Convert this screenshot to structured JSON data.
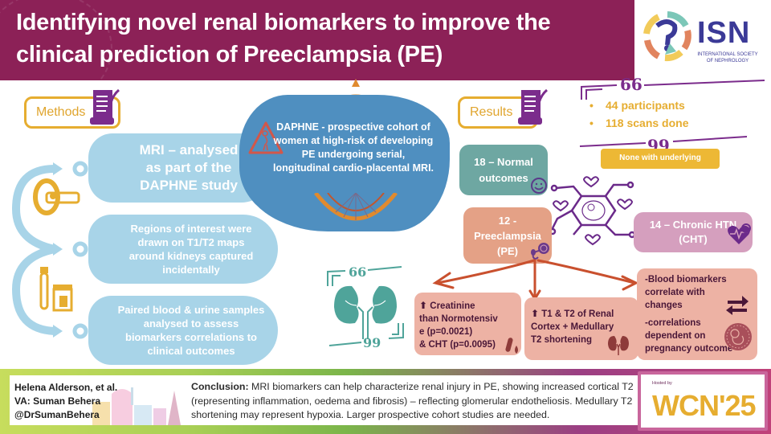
{
  "header": {
    "title_line1": "Identifying novel renal biomarkers to improve the",
    "title_line2": "clinical prediction of Preeclampsia (PE)",
    "logo": {
      "name": "ISN",
      "subtitle_line1": "INTERNATIONAL SOCIETY",
      "subtitle_line2": "OF NEPHROLOGY"
    }
  },
  "methods": {
    "label": "Methods",
    "steps": [
      {
        "text": "MRI – analysed as part of the DAPHNE study",
        "icon": "mri-scanner-icon"
      },
      {
        "text": "Regions of interest were drawn on T1/T2 maps around kidneys captured incidentally",
        "icon": "none"
      },
      {
        "text": "Paired blood & urine samples analysed to assess biomarkers correlations to clinical outcomes",
        "icon": "blood-urine-sample-icon"
      }
    ],
    "daphne": "DAPHNE - prospective cohort of women at high-risk of developing PE undergoing serial, longitudinal cardio-placental MRI."
  },
  "results": {
    "label": "Results",
    "stats": [
      "44 participants",
      "118 scans done"
    ],
    "note": "None with underlying",
    "outcomes": {
      "normal": "18 – Normal outcomes",
      "pe_line1": "12 -",
      "pe_line2": "Preeclampsia",
      "pe_line3": "(PE)",
      "cht_line1": "14 – Chronic HTN",
      "cht_line2": "(CHT)"
    },
    "findings": {
      "creatinine_head": "Creatinine",
      "creatinine_l2": "than  Normotensiv",
      "creatinine_l3": "e (p=0.0021)",
      "creatinine_l4": "& CHT (p=0.0095)",
      "t1t2_head": "T1 & T2 of Renal",
      "t1t2_l2": "Cortex + Medullary",
      "t1t2_l3": "T2 shortening",
      "blood_l1": "-Blood biomarkers",
      "blood_l2": "correlate with",
      "blood_l3": "changes",
      "corr_l1": "-correlations",
      "corr_l2": "dependent on",
      "corr_l3": "pregnancy outcome"
    }
  },
  "footer": {
    "author": "Helena Alderson, et al.",
    "va": "VA: Suman Behera",
    "handle": "@DrSumanBehera",
    "conclusion_label": "Conclusion:",
    "conclusion_text": " MRI biomarkers can help characterize renal injury in PE, showing increased cortical T2 (representing inflammation, oedema and fibrosis) – reflecting glomerular endotheliosis. Medullary T2 shortening may represent hypoxia. Larger prospective cohort studies are needed.",
    "event_hosted": "Hosted by",
    "event": "WCN'25"
  },
  "colors": {
    "header": "#8c2157",
    "gold": "#e6ad30",
    "methods_blue": "#a8d4e8",
    "daphne_blue": "#4f8fc0",
    "normal": "#6ea7a2",
    "pe": "#e4a186",
    "cht": "#d59fbe",
    "finding": "#edb2a4",
    "purple": "#6b2a8a"
  }
}
